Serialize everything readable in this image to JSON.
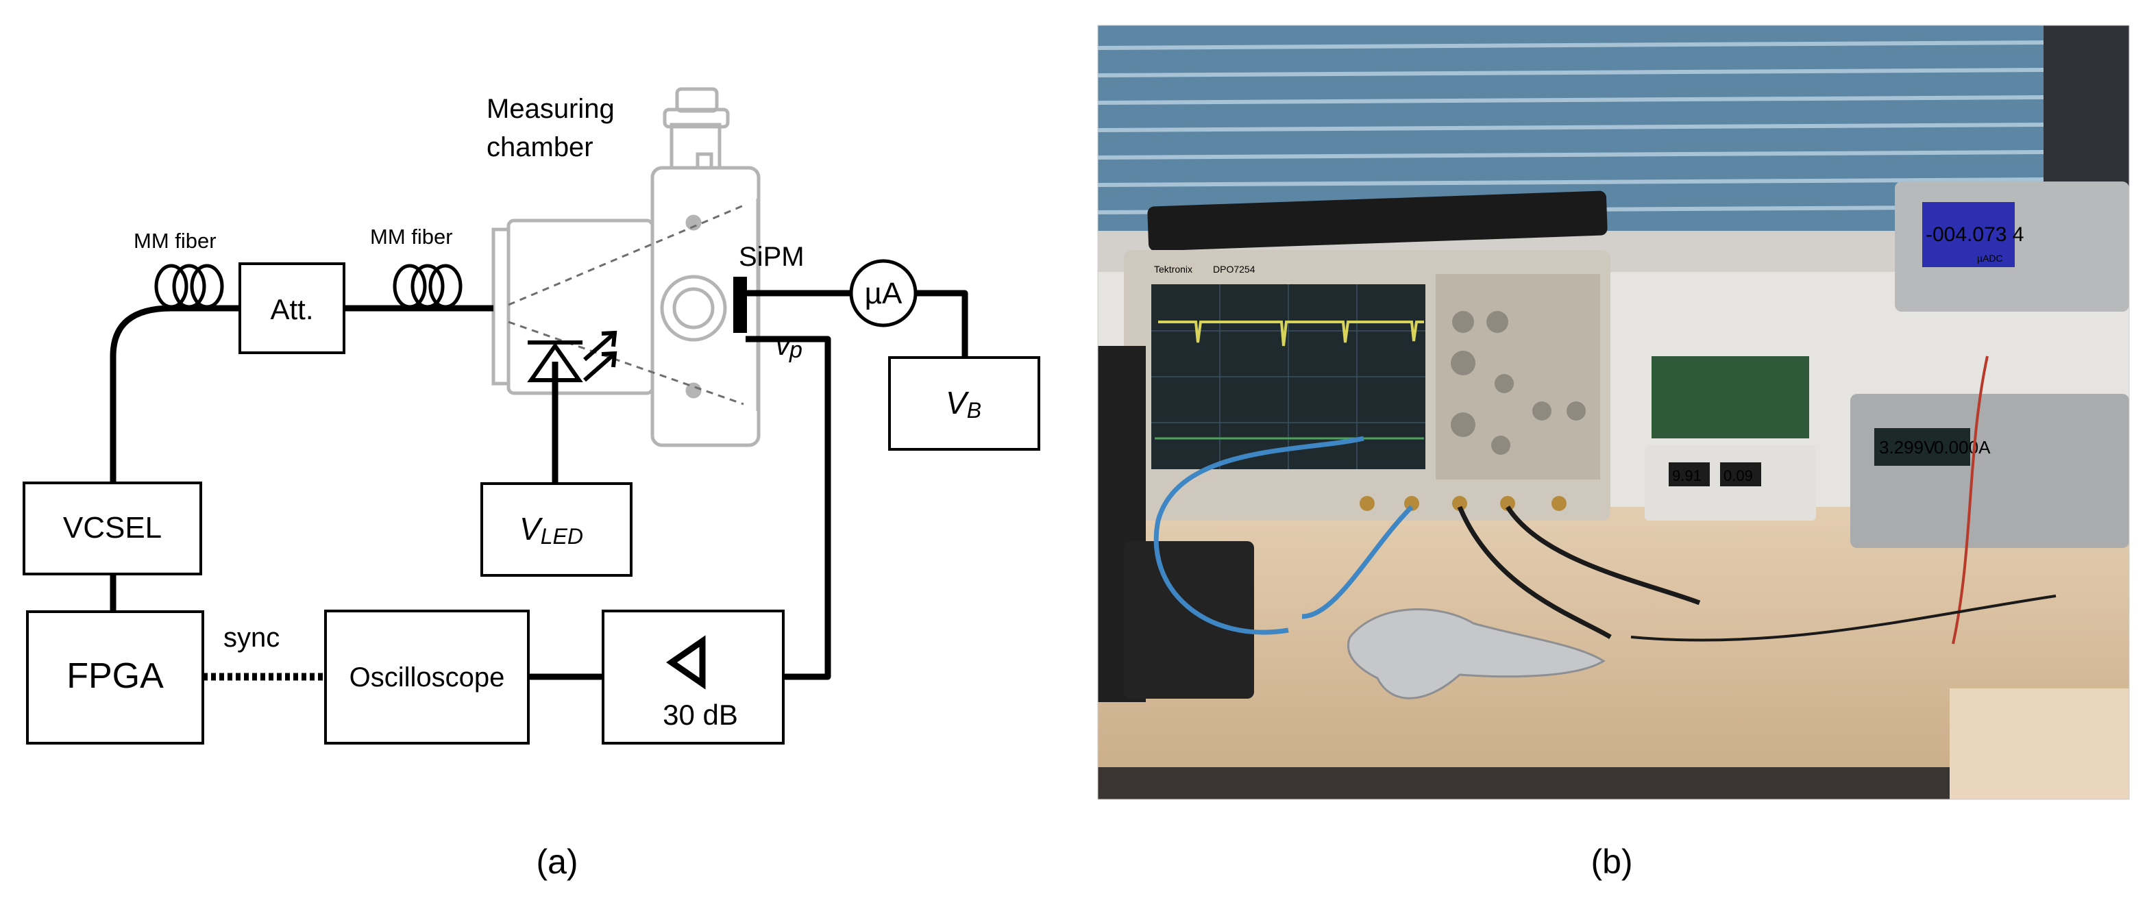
{
  "panel_a": {
    "chamber_label_line1": "Measuring",
    "chamber_label_line2": "chamber",
    "mm_fiber_left": "MM fiber",
    "mm_fiber_right": "MM fiber",
    "att": "Att.",
    "sipm": "SiPM",
    "microammeter": "µA",
    "vb_main": "V",
    "vb_sub": "B",
    "vp_main": "v",
    "vp_sub": "p",
    "vcsel": "VCSEL",
    "vled_main": "V",
    "vled_sub": "LED",
    "fpga": "FPGA",
    "sync": "sync",
    "oscilloscope": "Oscilloscope",
    "amp_gain": "30 dB",
    "caption": "(a)"
  },
  "panel_b": {
    "caption": "(b)",
    "scope_brand": "Tektronix",
    "scope_model": "DPO7254",
    "dmm_reading": "-004.073 4",
    "dmm_unit": "µADC",
    "psu_voltage": "3.299V",
    "psu_current": "0.000A",
    "small_psu_left": "9.91",
    "small_psu_right": "0.09"
  },
  "colors": {
    "line": "#000000",
    "chamber_gray": "#b4b4b4",
    "desk": "#d9c2a2",
    "wall": "#e8e6e3",
    "blind": "#5d86a4",
    "scope_body": "#cfc9bd",
    "cable_blue": "#3f86c4"
  }
}
